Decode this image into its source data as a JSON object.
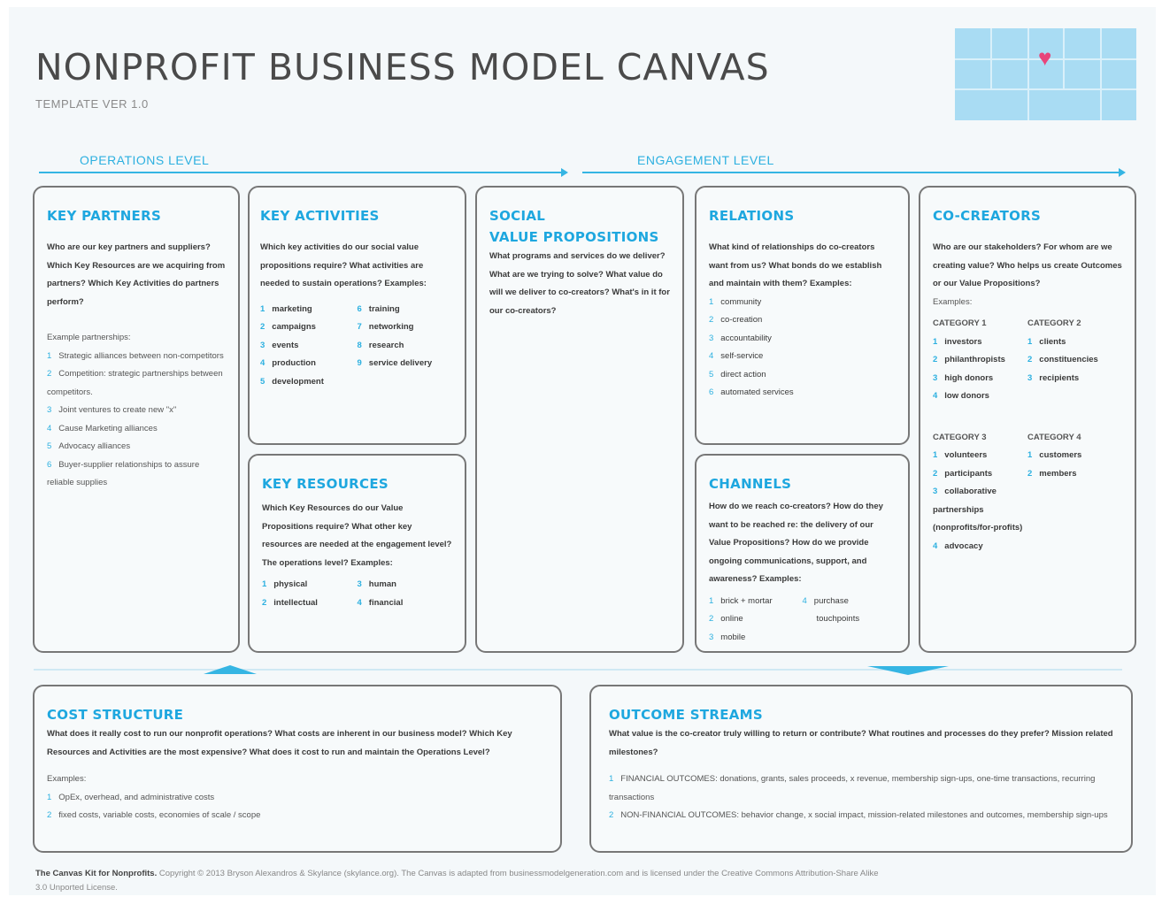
{
  "header": {
    "title": "NONPROFIT BUSINESS MODEL CANVAS",
    "version": "TEMPLATE VER 1.0"
  },
  "levels": {
    "operations": "OPERATIONS LEVEL",
    "engagement": "ENGAGEMENT LEVEL"
  },
  "colors": {
    "accent": "#1ea7df",
    "border": "#777777",
    "heart": "#e8457a"
  },
  "logo_icon": "heart-icon",
  "key_partners": {
    "title": "KEY PARTNERS",
    "question": "Who are our key partners and suppliers? Which Key Resources are we acquiring from partners? Which Key Activities do partners perform?",
    "examples_label": "Example partnerships:",
    "items": [
      "Strategic alliances between non-competitors",
      "Competition: strategic partnerships between competitors.",
      "Joint ventures to create new \"x\"",
      "Cause Marketing alliances",
      "Advocacy alliances",
      "Buyer-supplier relationships to assure reliable supplies"
    ]
  },
  "key_activities": {
    "title": "KEY ACTIVITIES",
    "question": "Which key activities do our social value propositions require? What activities are needed to sustain operations? Examples:",
    "col1": [
      "marketing",
      "campaigns",
      "events",
      "production",
      "development"
    ],
    "col1_nums": [
      "1",
      "2",
      "3",
      "4",
      "5"
    ],
    "col2": [
      "training",
      "networking",
      "research",
      "service delivery"
    ],
    "col2_nums": [
      "6",
      "7",
      "8",
      "9"
    ]
  },
  "key_resources": {
    "title": "KEY RESOURCES",
    "question": "Which Key Resources do our Value Propositions require? What other key resources are needed at the engagement level? The operations level? Examples:",
    "col1": [
      "physical",
      "intellectual"
    ],
    "col1_nums": [
      "1",
      "2"
    ],
    "col2": [
      "human",
      "financial"
    ],
    "col2_nums": [
      "3",
      "4"
    ]
  },
  "value_propositions": {
    "title_line1": "SOCIAL",
    "title_line2": "VALUE PROPOSITIONS",
    "question": "What programs and services do we deliver? What are we trying to solve? What value do will we deliver to co-creators? What's in it for our co-creators?"
  },
  "relations": {
    "title": "RELATIONS",
    "question": "What kind of relationships do co-creators want from us? What bonds do we establish and maintain with them? Examples:",
    "items": [
      "community",
      "co-creation",
      "accountability",
      "self-service",
      "direct action",
      "automated services"
    ]
  },
  "channels": {
    "title": "CHANNELS",
    "question": "How do we reach co-creators? How do they want to be reached re: the delivery of our Value Propositions? How do we provide ongoing communications, support, and awareness? Examples:",
    "col1": [
      "brick + mortar",
      "online",
      "mobile"
    ],
    "col1_nums": [
      "1",
      "2",
      "3"
    ],
    "col2_num": "4",
    "col2_line1": "purchase",
    "col2_line2": "touchpoints"
  },
  "co_creators": {
    "title": "CO-CREATORS",
    "question": "Who are our stakeholders? For whom are we creating value? Who helps us create Outcomes or our Value Propositions?",
    "examples_label": "Examples:",
    "cat1": {
      "label": "CATEGORY 1",
      "items": [
        "investors",
        "philanthropists",
        "high donors",
        "low donors"
      ],
      "nums": [
        "1",
        "2",
        "3",
        "4"
      ]
    },
    "cat2": {
      "label": "CATEGORY 2",
      "items": [
        "clients",
        "constituencies",
        "recipients"
      ],
      "nums": [
        "1",
        "2",
        "3"
      ]
    },
    "cat3": {
      "label": "CATEGORY 3",
      "items": [
        "volunteers",
        "participants",
        "collaborative partnerships (nonprofits/for-profits)",
        "advocacy"
      ],
      "nums": [
        "1",
        "2",
        "3",
        "4"
      ]
    },
    "cat4": {
      "label": "CATEGORY 4",
      "items": [
        "customers",
        "members"
      ],
      "nums": [
        "1",
        "2"
      ]
    }
  },
  "cost_structure": {
    "title": "COST STRUCTURE",
    "question": "What does it really cost to run our nonprofit operations? What costs are inherent in our business model? Which Key Resources and Activities are the most expensive? What does it cost to run and maintain the Operations Level?",
    "examples_label": "Examples:",
    "items": [
      "OpEx, overhead, and administrative costs",
      "fixed costs, variable costs, economies of scale / scope"
    ]
  },
  "outcome_streams": {
    "title": "OUTCOME STREAMS",
    "question": "What value is the co-creator truly willing to return or contribute? What routines and processes do they prefer? Mission related milestones?",
    "items": [
      "FINANCIAL OUTCOMES: donations, grants, sales proceeds, x revenue, membership sign-ups, one-time transactions, recurring transactions",
      "NON-FINANCIAL OUTCOMES: behavior change, x social impact, mission-related milestones and outcomes, membership sign-ups"
    ]
  },
  "footer": {
    "bold": "The Canvas Kit for Nonprofits.",
    "text": "Copyright © 2013 Bryson Alexandros & Skylance (skylance.org). The Canvas is adapted from businessmodelgeneration.com and is licensed under the Creative Commons Attribution-Share Alike 3.0 Unported License."
  }
}
